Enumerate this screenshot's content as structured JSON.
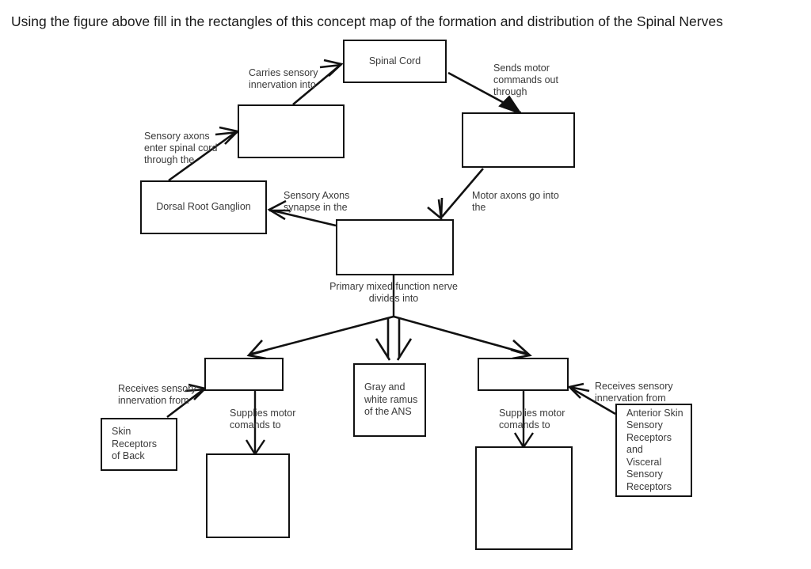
{
  "title": "Using the figure above fill in the rectangles of this concept map of the formation and distribution of the Spinal Nerves",
  "diagram": {
    "type": "concept-map",
    "subject": "Formation and distribution of the Spinal Nerves",
    "background_color": "#ffffff",
    "line_color": "#111111",
    "text_color": "#3a3a3a"
  },
  "nodes": {
    "spinal_cord": {
      "label": "Spinal Cord",
      "filled": true
    },
    "dorsal_root": {
      "label": "",
      "filled": false
    },
    "ventral_root": {
      "label": "",
      "filled": false
    },
    "dorsal_root_ganglion": {
      "label": "Dorsal Root Ganglion",
      "filled": true
    },
    "spinal_nerve": {
      "label": "",
      "filled": false
    },
    "dorsal_ramus": {
      "label": "",
      "filled": false
    },
    "gray_white_ramus": {
      "label": "Gray and\nwhite ramus\nof the ANS",
      "filled": true
    },
    "ventral_ramus": {
      "label": "",
      "filled": false
    },
    "skin_receptors_back": {
      "label": "Skin\nReceptors\nof Back",
      "filled": true
    },
    "deep_back_muscles": {
      "label": "",
      "filled": false
    },
    "anterior_muscles": {
      "label": "",
      "filled": false
    },
    "anterior_skin_receptors": {
      "label": "Anterior Skin\nSensory\nReceptors and\nVisceral\nSensory\nReceptors",
      "filled": true
    }
  },
  "edge_labels": {
    "carries_sensory": "Carries sensory\ninnervation into",
    "sends_motor": "Sends motor\ncommands  out\nthrough",
    "sensory_axons_enter": "Sensory axons\nenter spinal cord\nthrough the",
    "sensory_axons_synapse": "Sensory Axons\nsynapse in the",
    "motor_axons_go": "Motor axons go into\nthe",
    "primary_mixed": "Primary mixed function nerve divides into",
    "receives_sensory_left": "Receives sensory\ninnervation from",
    "supplies_motor_left": "Supplies motor\ncomands to",
    "receives_sensory_right": "Receives sensory\ninnervation from",
    "supplies_motor_right": "Supplies motor\ncomands to"
  }
}
